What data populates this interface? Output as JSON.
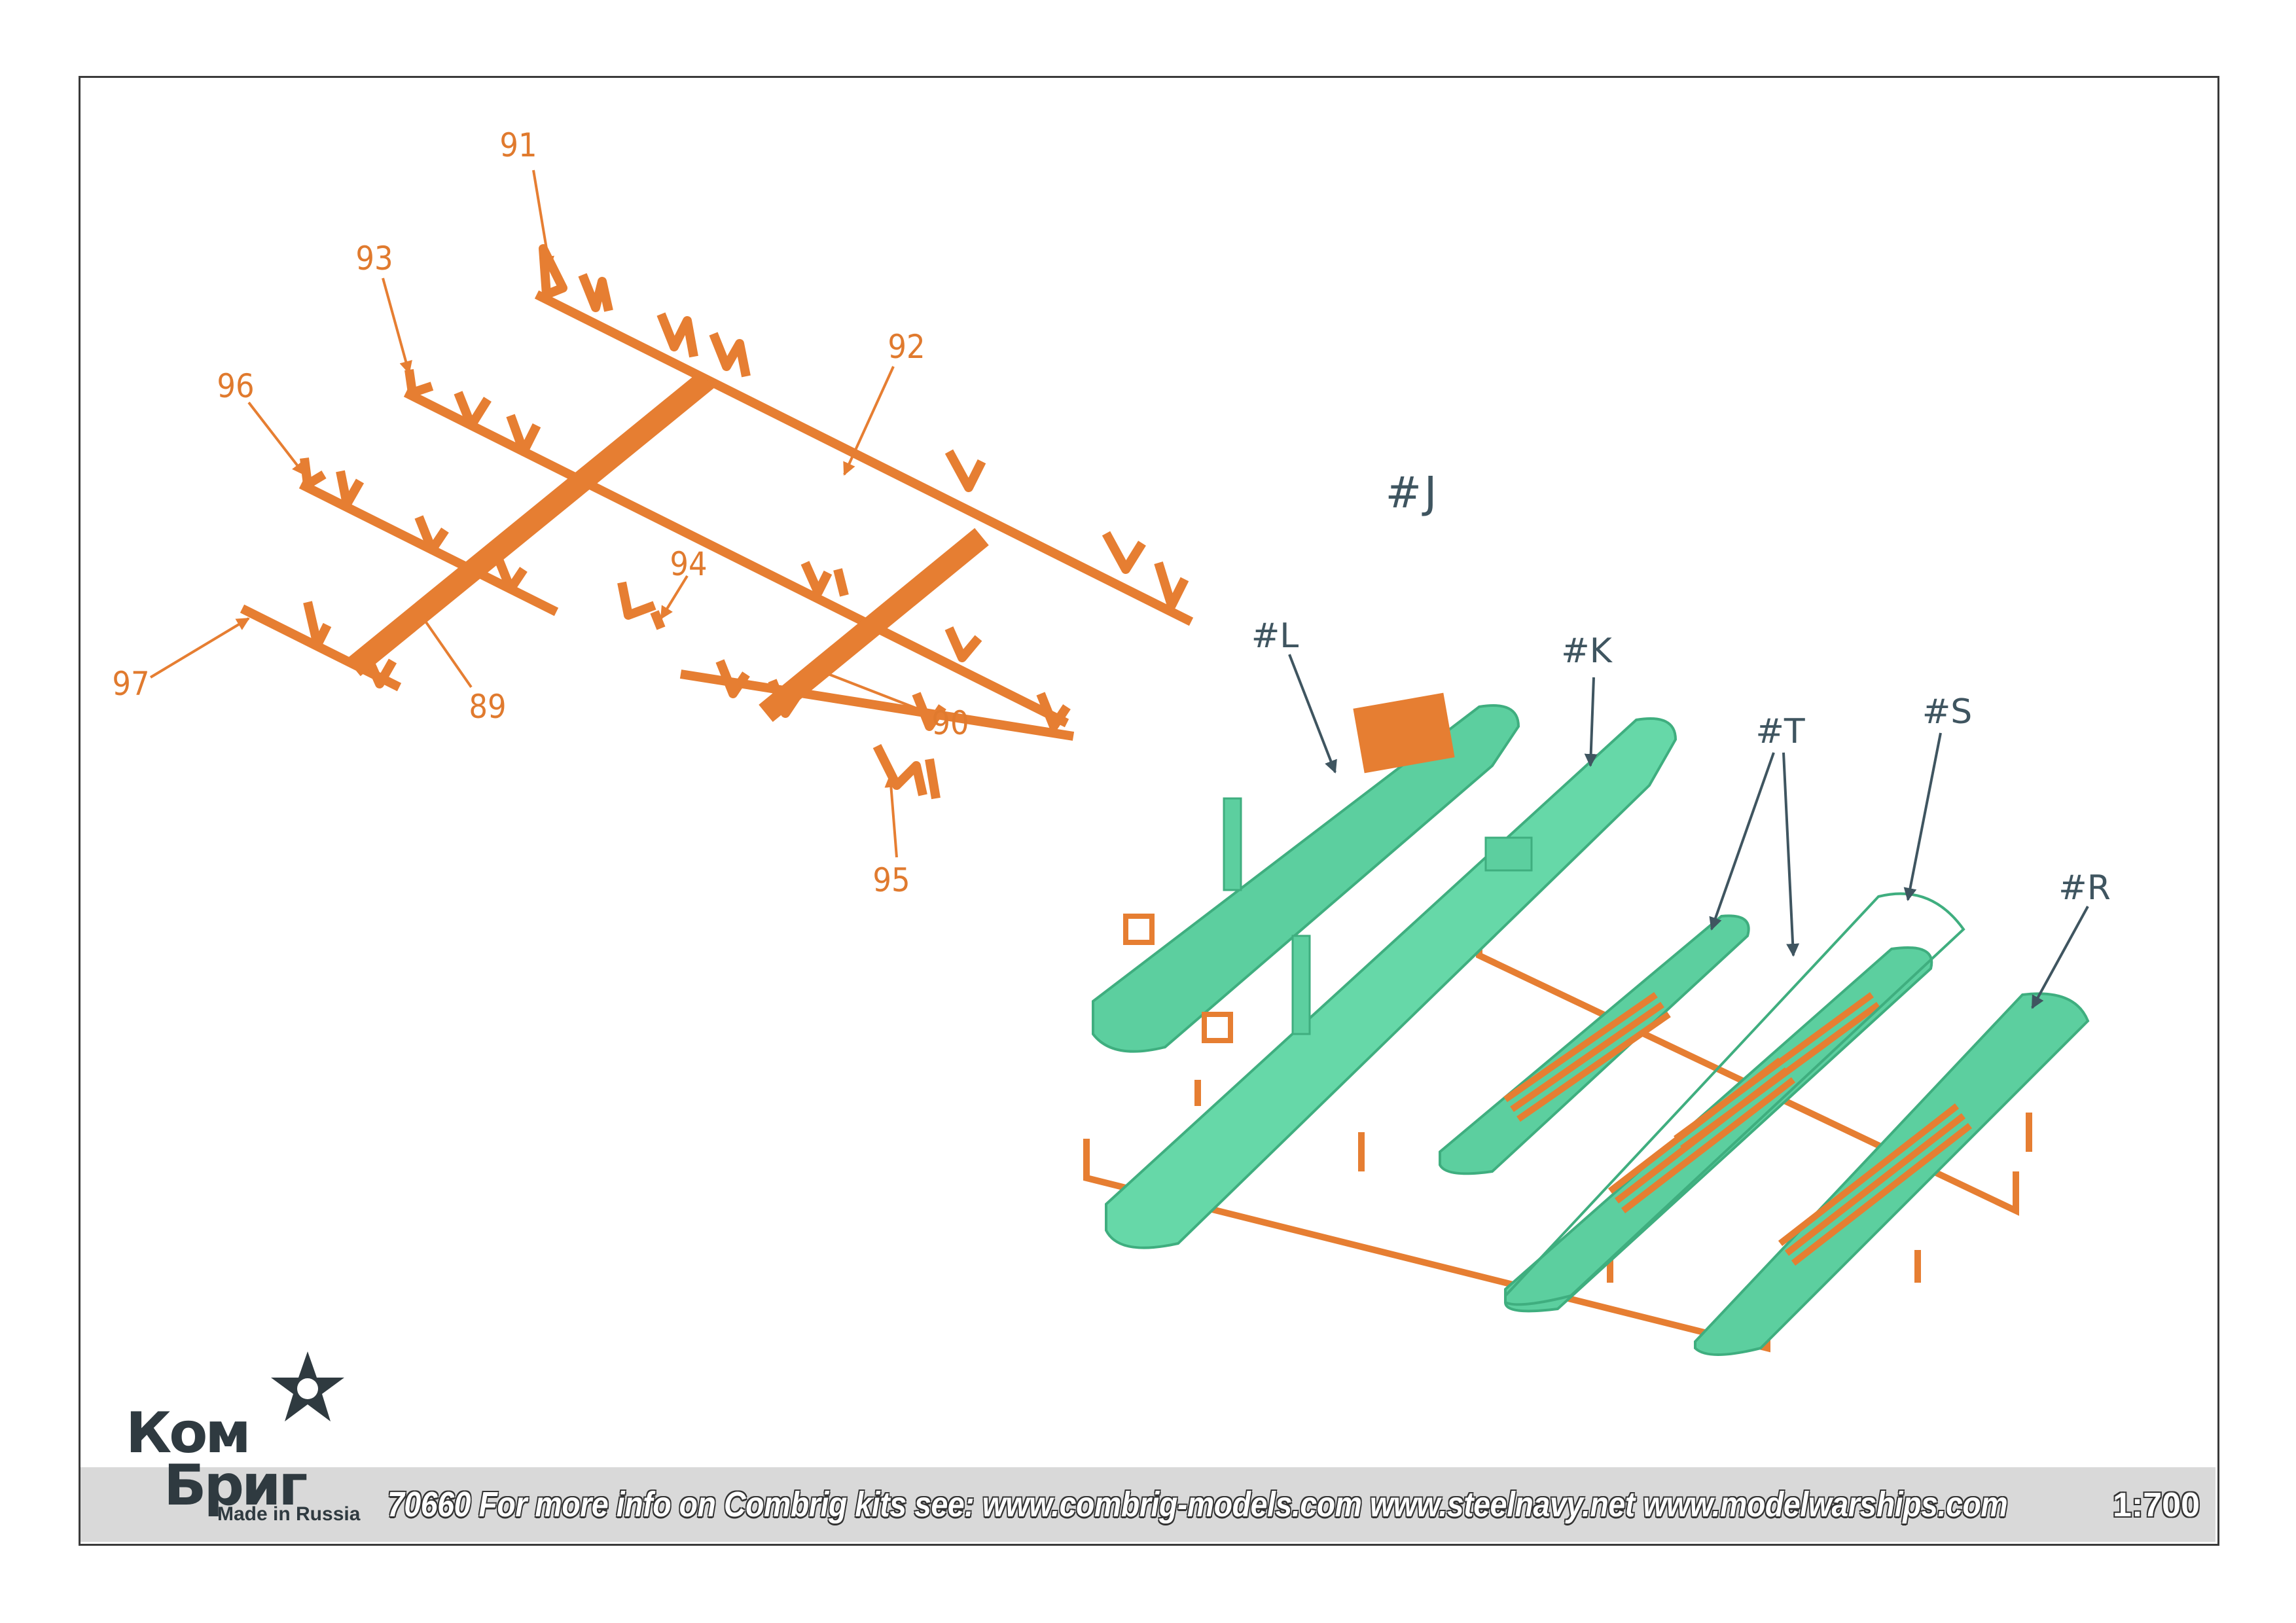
{
  "assembly": {
    "label": "#J"
  },
  "part_numbers": {
    "p89": "89",
    "p90": "90",
    "p91": "91",
    "p92": "92",
    "p93": "93",
    "p94": "94",
    "p95": "95",
    "p96": "96",
    "p97": "97"
  },
  "sub_assemblies": {
    "L": "#L",
    "K": "#K",
    "T": "#T",
    "S": "#S",
    "R": "#R"
  },
  "footer": {
    "text": "70660 For more info on Combrig kits see: www.combrig-models.com www.steelnavy.net www.modelwarships.com",
    "scale": "1:700"
  },
  "logo": {
    "line1": "Ком",
    "line2": "Бриг",
    "tagline": "Made in Russia"
  },
  "colors": {
    "part_orange": "#e67e32",
    "hull_green": "#5ccf9f",
    "label_gray": "#3f5560",
    "frame": "#3a3a3a",
    "footer_band": "#d9d9d9"
  }
}
